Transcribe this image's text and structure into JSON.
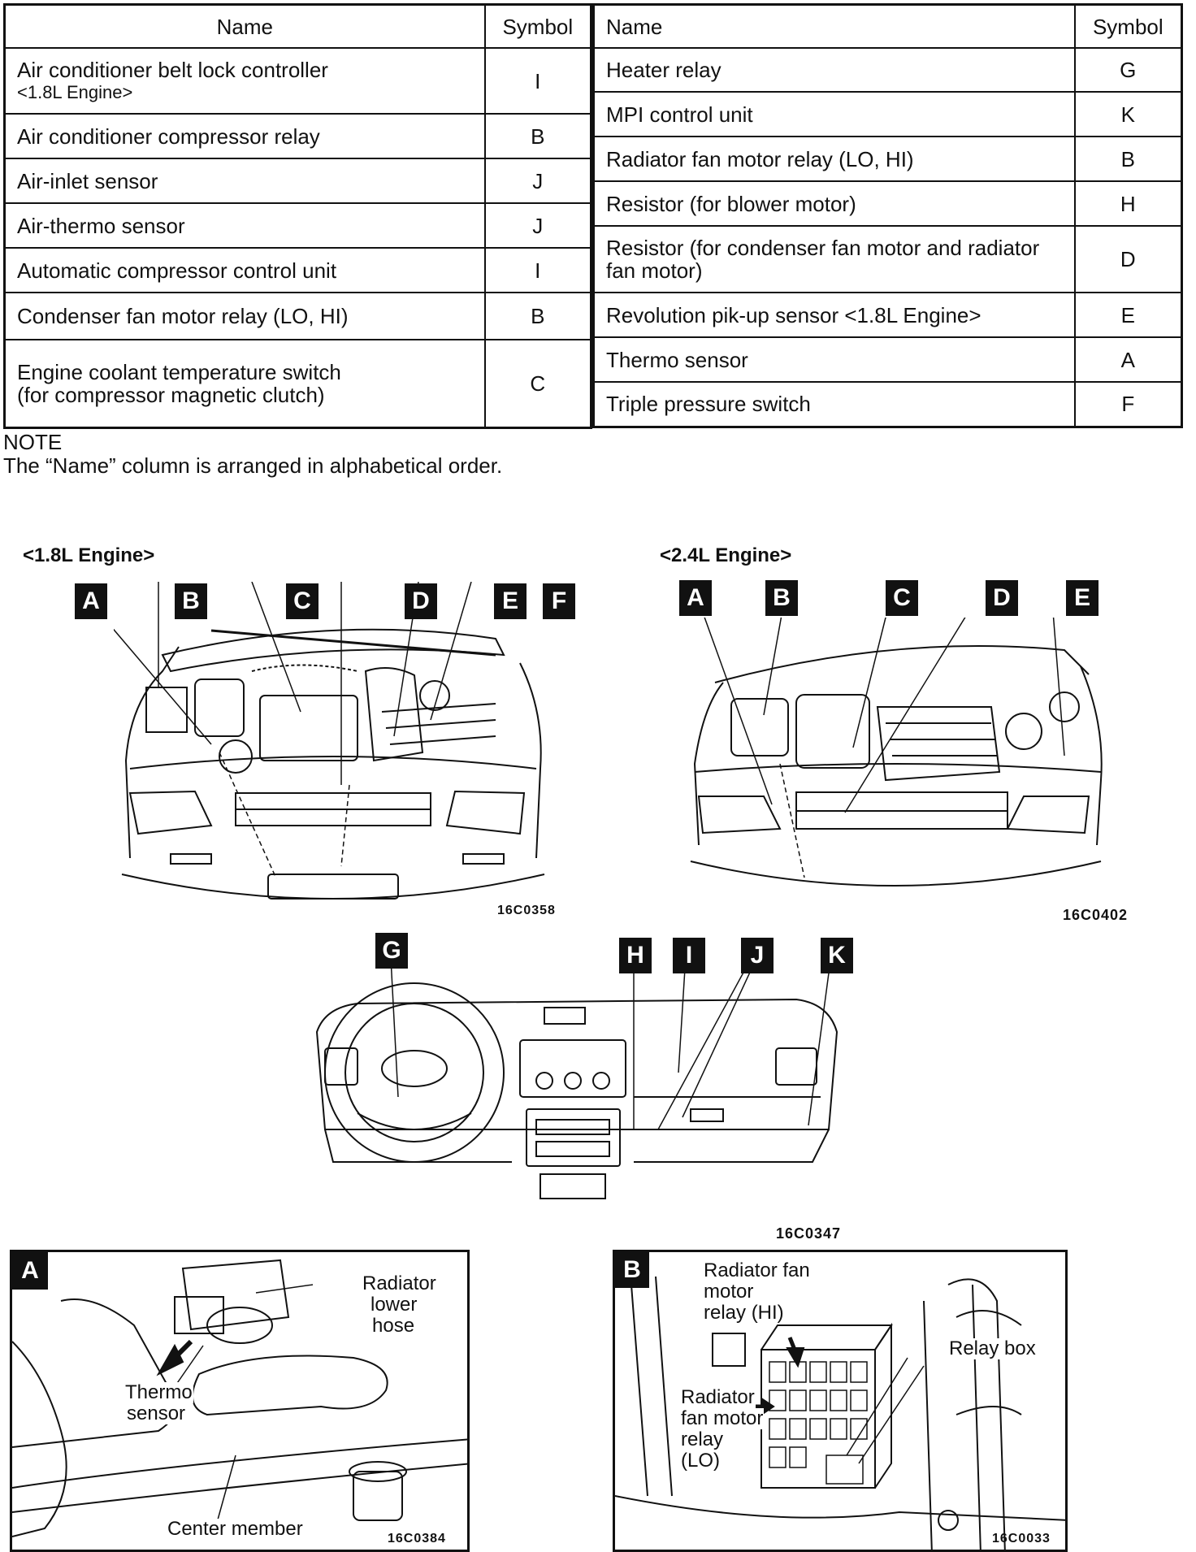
{
  "table_left": {
    "header_name": "Name",
    "header_symbol": "Symbol",
    "rows": [
      {
        "name": "Air conditioner belt lock controller",
        "sub": "<1.8L Engine>",
        "symbol": "I"
      },
      {
        "name": "Air conditioner compressor relay",
        "symbol": "B"
      },
      {
        "name": "Air-inlet sensor",
        "symbol": "J"
      },
      {
        "name": "Air-thermo sensor",
        "symbol": "J"
      },
      {
        "name": "Automatic compressor control unit",
        "symbol": "I"
      },
      {
        "name": "Condenser fan motor relay (LO, HI)",
        "symbol": "B"
      },
      {
        "name": "Engine coolant temperature switch",
        "sub": "(for compressor magnetic clutch)",
        "symbol": "C"
      }
    ]
  },
  "table_right": {
    "header_name": "Name",
    "header_symbol": "Symbol",
    "rows": [
      {
        "name": "Heater relay",
        "symbol": "G"
      },
      {
        "name": "MPI control unit",
        "symbol": "K"
      },
      {
        "name": "Radiator fan motor relay (LO, HI)",
        "symbol": "B"
      },
      {
        "name": "Resistor (for blower motor)",
        "symbol": "H"
      },
      {
        "name": "Resistor (for condenser fan motor and radiator",
        "sub": "fan motor)",
        "symbol": "D"
      },
      {
        "name": "Revolution pik-up sensor <1.8L Engine>",
        "symbol": "E"
      },
      {
        "name": "Thermo sensor",
        "symbol": "A"
      },
      {
        "name": "Triple pressure switch",
        "symbol": "F"
      }
    ]
  },
  "note": {
    "title": "NOTE",
    "text": "The “Name” column is arranged in alphabetical order."
  },
  "figures": {
    "engine_18": {
      "caption": "<1.8L Engine>",
      "code": "16C0358",
      "labels": [
        "A",
        "B",
        "C",
        "D",
        "E",
        "F"
      ]
    },
    "engine_24": {
      "caption": "<2.4L Engine>",
      "code": "16C0402",
      "labels": [
        "A",
        "B",
        "C",
        "D",
        "E"
      ]
    },
    "dashboard": {
      "code": "16C0347",
      "labels": [
        "G",
        "H",
        "I",
        "J",
        "K"
      ]
    },
    "detail_a": {
      "label": "A",
      "code": "16C0384",
      "callouts": {
        "hose1": "Radiator",
        "hose2": "lower",
        "hose3": "hose",
        "sensor1": "Thermo",
        "sensor2": "sensor",
        "member": "Center member"
      }
    },
    "detail_b": {
      "label": "B",
      "code": "16C0033",
      "callouts": {
        "hi1": "Radiator fan",
        "hi2": "motor",
        "hi3": "relay (HI)",
        "lo1": "Radiator",
        "lo2": "fan motor",
        "lo3": "relay",
        "lo4": "(LO)",
        "box": "Relay box"
      }
    }
  }
}
